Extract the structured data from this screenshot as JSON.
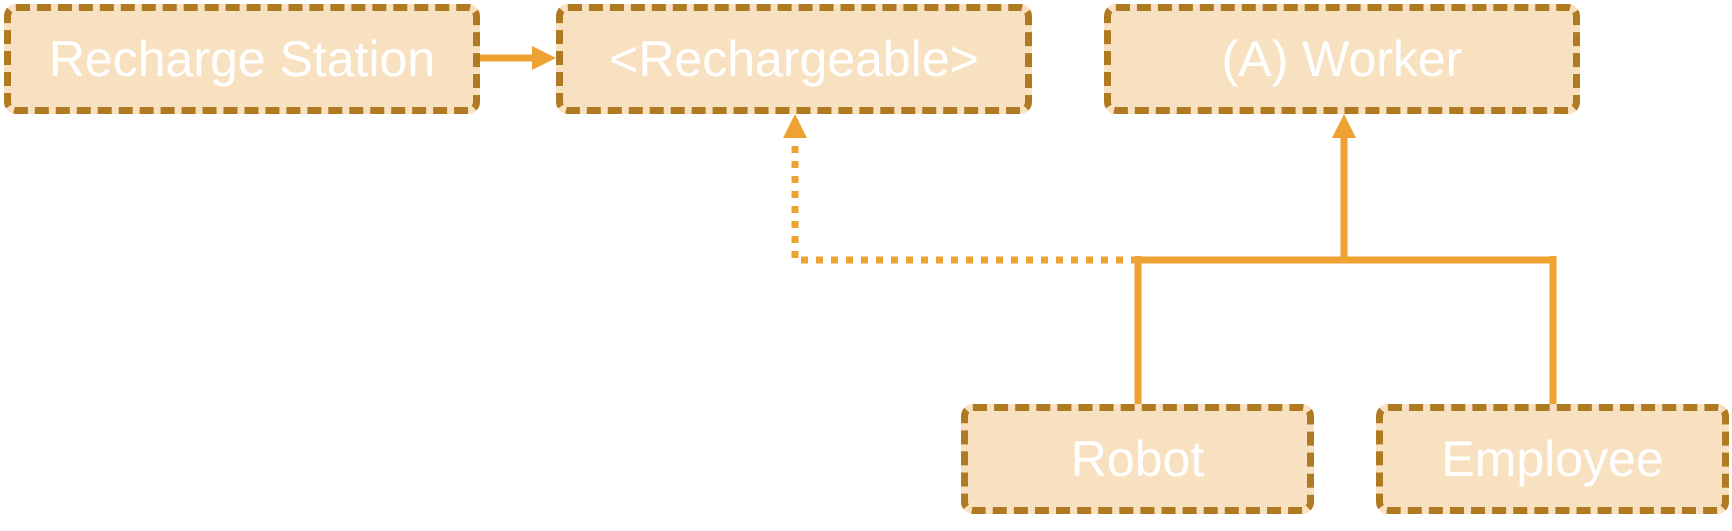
{
  "diagram": {
    "nodes": [
      {
        "id": "recharge-station",
        "label": "Recharge Station"
      },
      {
        "id": "rechargeable",
        "label": "<Rechargeable>"
      },
      {
        "id": "worker",
        "label": "(A) Worker"
      },
      {
        "id": "robot",
        "label": "Robot"
      },
      {
        "id": "employee",
        "label": "Employee"
      }
    ],
    "edges": [
      {
        "from": "recharge-station",
        "to": "rechargeable",
        "style": "solid",
        "kind": "association"
      },
      {
        "from": "robot",
        "to": "rechargeable",
        "style": "dotted",
        "kind": "realization"
      },
      {
        "from": "robot",
        "to": "worker",
        "style": "solid",
        "kind": "inheritance"
      },
      {
        "from": "employee",
        "to": "worker",
        "style": "solid",
        "kind": "inheritance"
      }
    ],
    "colors": {
      "node_fill": "#F8E1C0",
      "node_border": "#B07A22",
      "edge": "#EDA232",
      "text": "#FFFFFF"
    }
  }
}
